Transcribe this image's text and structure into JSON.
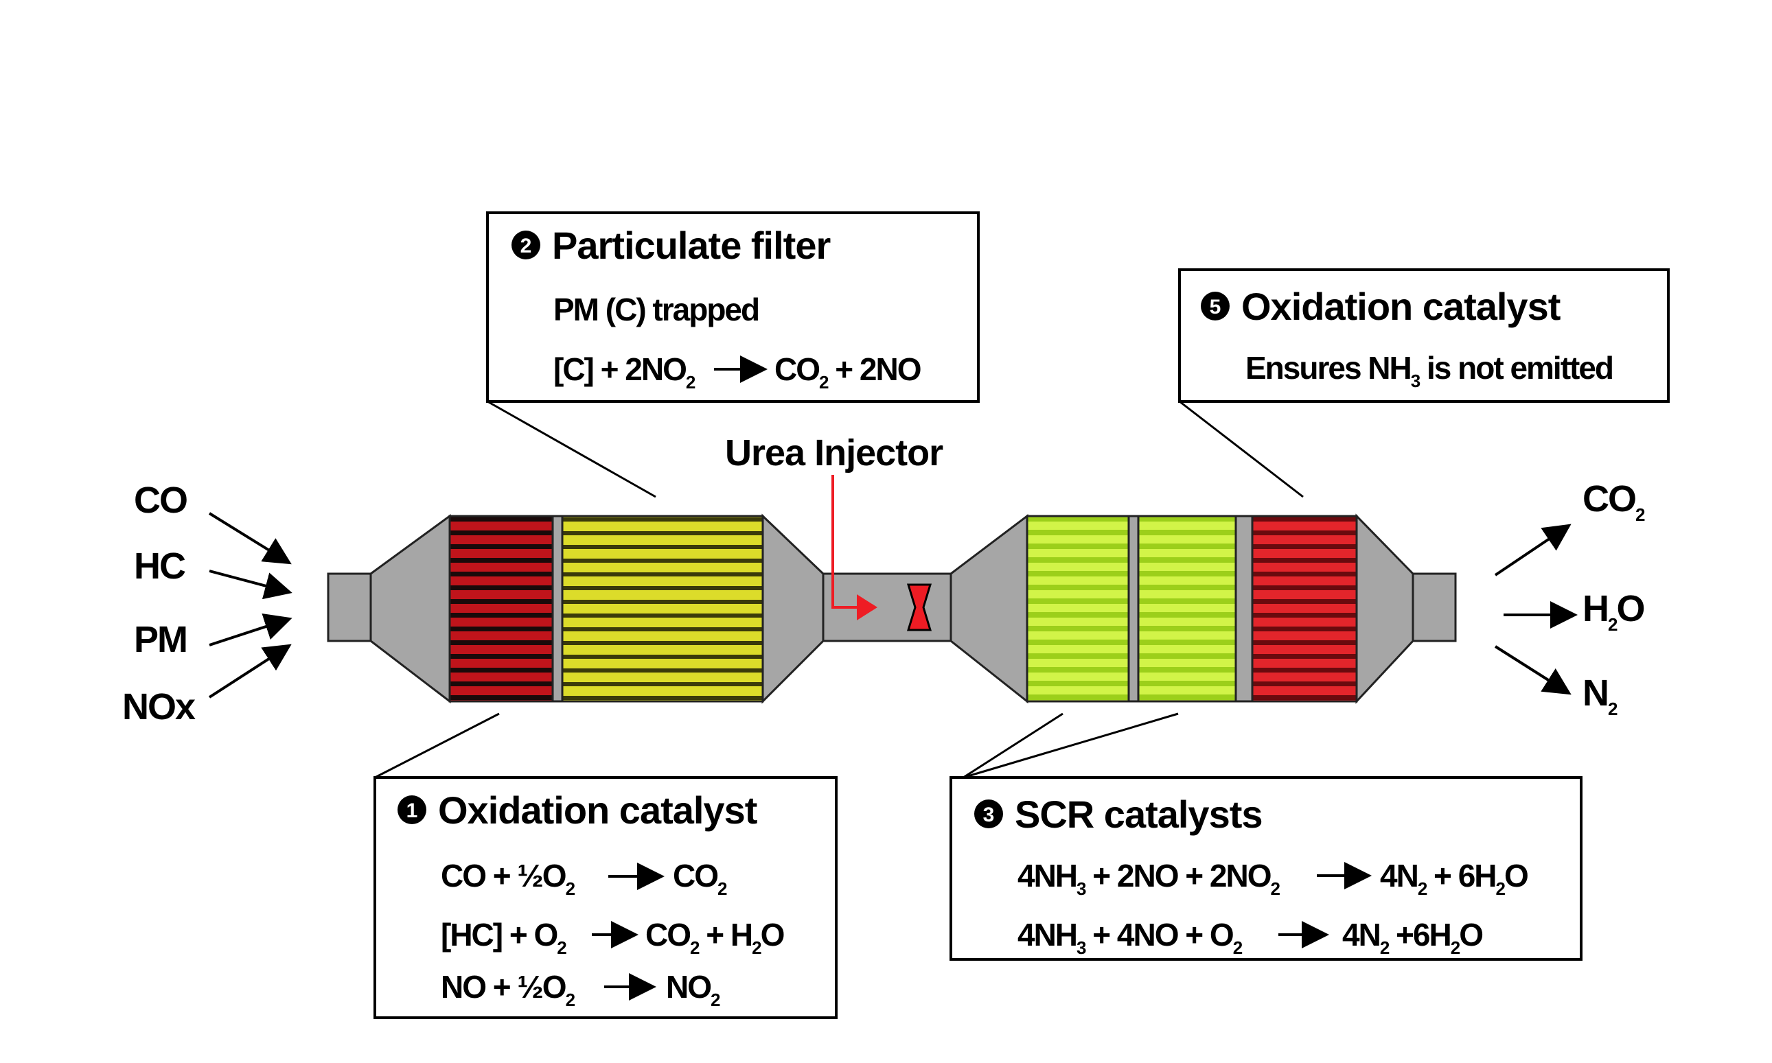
{
  "inlet_gases": [
    "CO",
    "HC",
    "PM",
    "NOx"
  ],
  "outlet_gases": [
    {
      "main": "CO",
      "sub": "2",
      "tail": ""
    },
    {
      "main": "H",
      "sub": "2",
      "tail": "O"
    },
    {
      "main": "N",
      "sub": "2",
      "tail": ""
    }
  ],
  "urea_injector": "Urea Injector",
  "particulate_filter": {
    "number": "2",
    "title": "Particulate filter",
    "line1": "PM (C) trapped",
    "eq": {
      "a": "[C] + 2NO",
      "a_sub": "2",
      "b": "CO",
      "b_sub": "2",
      "b_tail": " + 2NO"
    }
  },
  "oxidation_catalyst_outlet": {
    "number": "5",
    "title": "Oxidation catalyst",
    "line_pre": "Ensures NH",
    "line_sub": "3",
    "line_post": " is not emitted"
  },
  "oxidation_catalyst_inlet": {
    "number": "1",
    "title": "Oxidation catalyst",
    "eq1": {
      "a": "CO + ½O",
      "a_sub": "2",
      "b": "CO",
      "b_sub": "2"
    },
    "eq2": {
      "a1": "[HC] + O",
      "a_sub": "2",
      "b1": "CO",
      "b_sub1": "2",
      "b2": " + H",
      "b_sub2": "2",
      "b3": "O"
    },
    "eq3": {
      "a": "NO + ½O",
      "a_sub": "2",
      "b": "NO",
      "b_sub": "2"
    }
  },
  "scr_catalysts": {
    "number": "3",
    "title": "SCR catalysts",
    "eq1": {
      "p1": "4NH",
      "s1": "3",
      "p2": " + 2NO + 2NO",
      "s2": "2",
      "q1": "4N",
      "s3": "2",
      "q2": " + 6H",
      "s4": "2",
      "q3": "O"
    },
    "eq2": {
      "p1": "4NH",
      "s1": "3",
      "p2": " + 4NO + O",
      "s2": "2",
      "q1": "4N",
      "s3": "2",
      "q2": " +6H",
      "s4": "2",
      "q3": "O"
    }
  },
  "colors": {
    "red_catalyst": "#c0141b",
    "dark_red_catalyst": "#7a0a0f",
    "yellow_catalyst": "#dcdc2a",
    "lime_catalyst": "#c9f23a",
    "shell_gray": "#a6a6a6",
    "injector_red": "#ee1c24"
  }
}
